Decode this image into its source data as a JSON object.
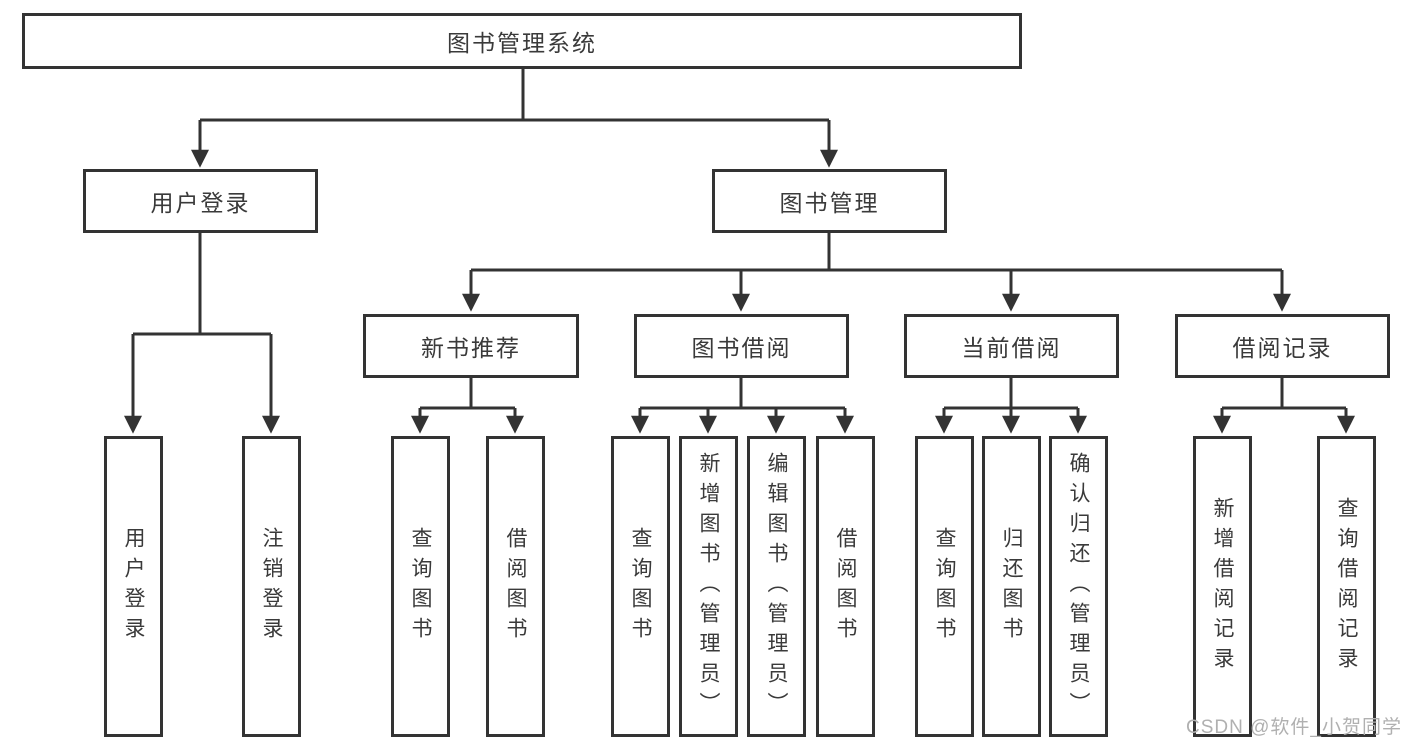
{
  "diagram": {
    "root": {
      "label": "图书管理系统"
    },
    "level2": [
      {
        "label": "用户登录",
        "leaves": [
          "用户登录",
          "注销登录"
        ]
      },
      {
        "label": "图书管理"
      }
    ],
    "level3": [
      {
        "label": "新书推荐",
        "leaves": [
          "查询图书",
          "借阅图书"
        ]
      },
      {
        "label": "图书借阅",
        "leaves": [
          "查询图书",
          "新增图书（管理员）",
          "编辑图书（管理员）",
          "借阅图书"
        ]
      },
      {
        "label": "当前借阅",
        "leaves": [
          "查询图书",
          "归还图书",
          "确认归还（管理员）"
        ]
      },
      {
        "label": "借阅记录",
        "leaves": [
          "新增借阅记录",
          "查询借阅记录"
        ]
      }
    ],
    "watermark": "CSDN @软件_小贺同学",
    "colors": {
      "border": "#333333",
      "line": "#333333",
      "text": "#3a3a3a",
      "watermark_text": "#b0b0b0",
      "background": "#ffffff"
    }
  }
}
